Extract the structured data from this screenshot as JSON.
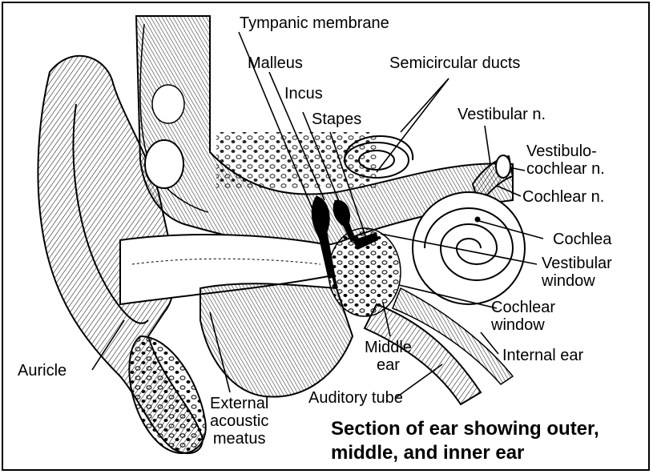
{
  "labels": {
    "tympanic_membrane": "Tympanic membrane",
    "malleus": "Malleus",
    "semicircular_ducts": "Semicircular ducts",
    "incus": "Incus",
    "stapes": "Stapes",
    "vestibular_n": "Vestibular n.",
    "vestibulo_cochlear": [
      "Vestibulo-",
      "cochlear n."
    ],
    "cochlear_n": "Cochlear n.",
    "cochlea": "Cochlea",
    "vestibular_window": [
      "Vestibular",
      "window"
    ],
    "cochlear_window": [
      "Cochlear",
      "window"
    ],
    "internal_ear": "Internal ear",
    "middle_ear": [
      "Middle",
      "ear"
    ],
    "auricle": "Auricle",
    "external_acoustic_meatus": [
      "External",
      "acoustic",
      "meatus"
    ],
    "auditory_tube": "Auditory tube"
  },
  "caption": [
    "Section of ear showing outer,",
    "middle, and inner ear"
  ],
  "colors": {
    "ink": "#000000",
    "paper": "#ffffff"
  }
}
